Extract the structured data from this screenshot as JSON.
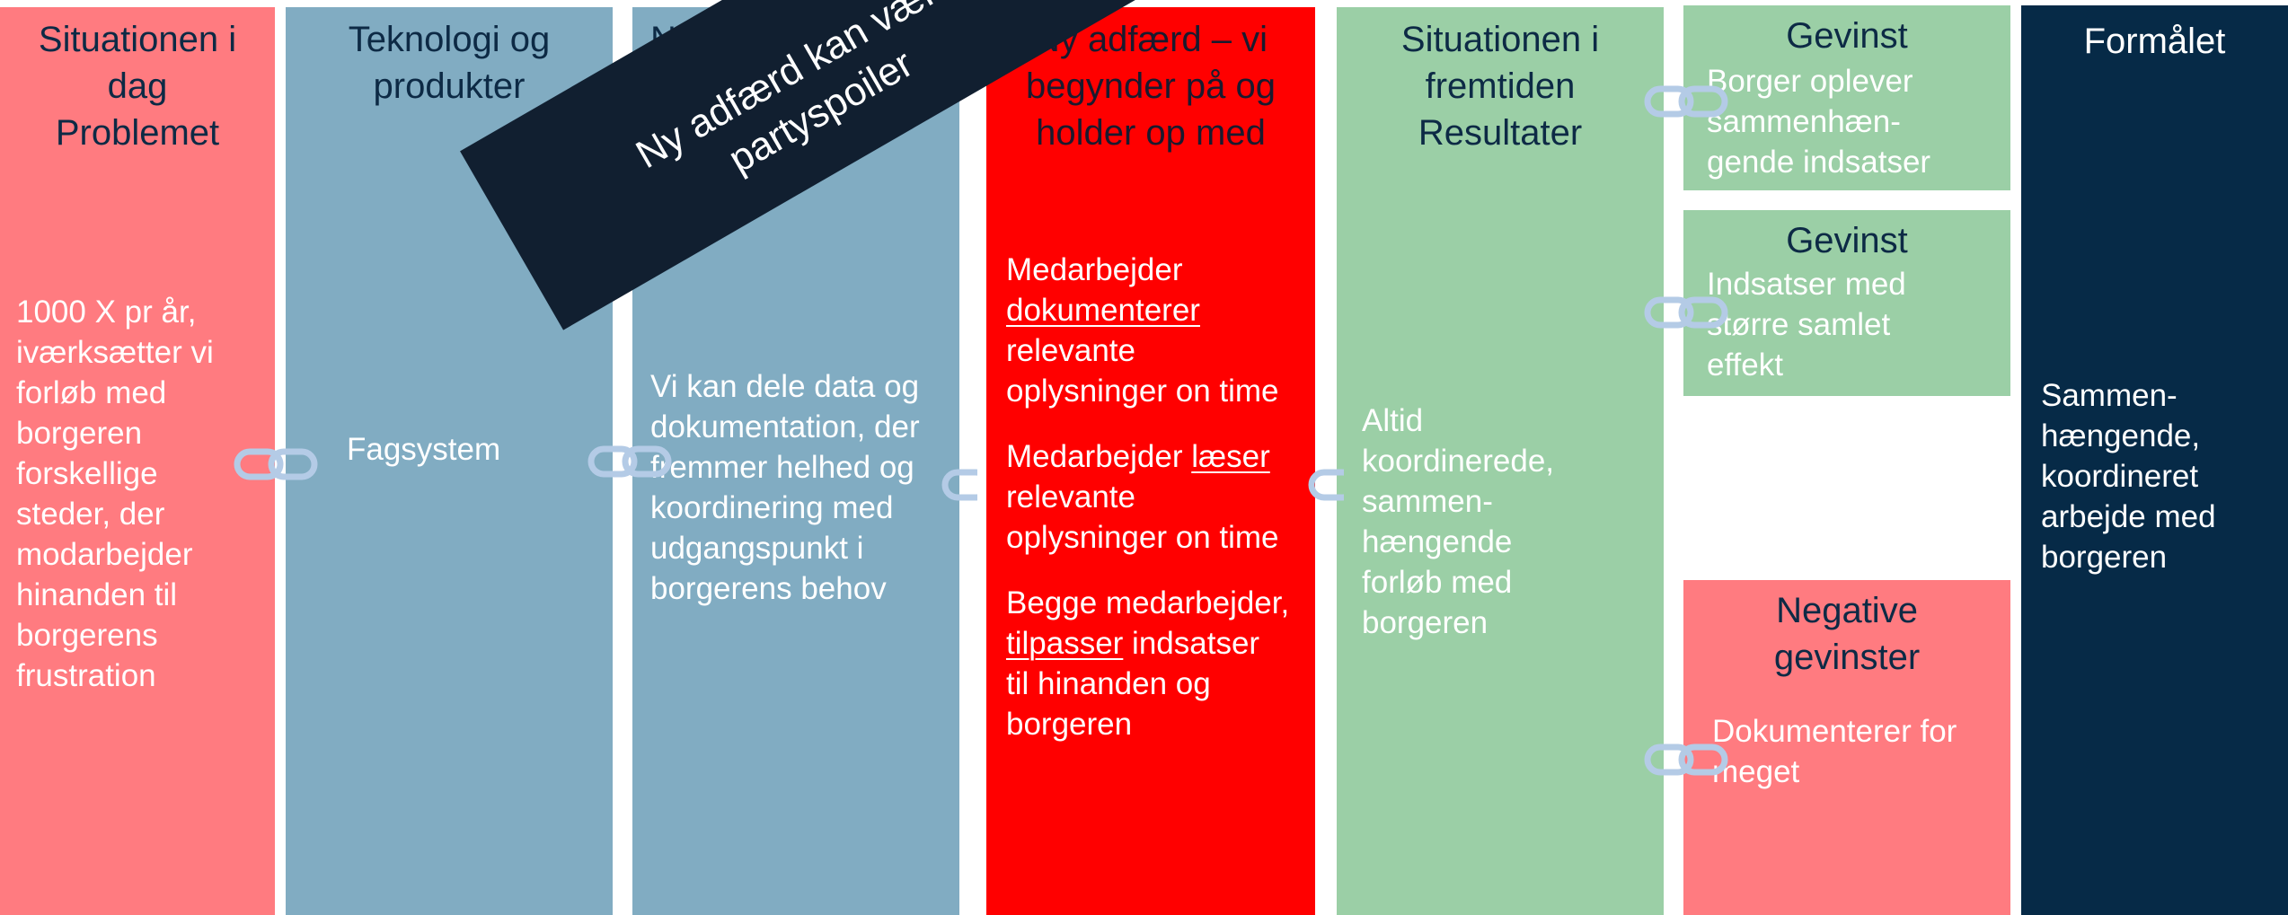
{
  "columns": {
    "problem": {
      "title_lines": [
        "Situationen i",
        "dag",
        "Problemet"
      ],
      "body_lines": [
        "1000 X pr år,",
        "iværksætter vi",
        "forløb med",
        "borgeren",
        "forskellige",
        "steder, der",
        "modarbejder",
        "hinanden til",
        "borgerens",
        "frustration"
      ]
    },
    "technology": {
      "title_lines": [
        "Teknologi og",
        "produkter"
      ],
      "body": "Fagsystem"
    },
    "new_behavior_possibility": {
      "title_visible": "Ny",
      "body_lines": [
        "Vi kan dele data og",
        "dokumentation, der",
        "fremmer helhed og",
        "koordinering med",
        "udgangspunkt i",
        "borgerens behov"
      ]
    },
    "new_behavior": {
      "title_lines": [
        "Ny adfærd – vi",
        "begynder på og",
        "holder op med"
      ],
      "item1": {
        "line1": "Medarbejder",
        "verb": "dokumenterer",
        "line3": "relevante",
        "line4": "oplysninger on time"
      },
      "item2": {
        "prefix": "Medarbejder ",
        "verb": "læser",
        "line2": "relevante",
        "line3": "oplysninger on time"
      },
      "item3": {
        "line1": "Begge medarbejder,",
        "verb": "tilpasser",
        "suffix": " indsatser",
        "line3": "til hinanden og",
        "line4": "borgeren"
      }
    },
    "future": {
      "title_lines": [
        "Situationen i",
        "fremtiden",
        "Resultater"
      ],
      "body_lines": [
        "Altid",
        "koordinerede,",
        "sammen-",
        "hængende",
        "forløb med",
        "borgeren"
      ]
    },
    "gains": [
      {
        "title": "Gevinst",
        "body_lines": [
          "Borger oplever",
          "sammenhæn-",
          "gende indsatser"
        ]
      },
      {
        "title": "Gevinst",
        "body_lines": [
          "Indsatser med",
          "større samlet",
          "effekt"
        ]
      }
    ],
    "negative_gain": {
      "title_lines": [
        "Negative",
        "gevinster"
      ],
      "body_lines": [
        "Dokumenterer for",
        "meget"
      ]
    },
    "purpose": {
      "title": "Formålet",
      "body_lines": [
        "Sammen-",
        "hængende,",
        "koordineret",
        "arbejde med",
        "borgeren"
      ]
    }
  },
  "banner": {
    "lines": [
      "Ny adfærd kan være",
      "partyspoiler"
    ]
  },
  "icons": {
    "connector": "chain-link-icon"
  },
  "colors": {
    "pink": "#ff7b80",
    "blue": "#81acc2",
    "red": "#ff0000",
    "green": "#9bcfa6",
    "navy": "#062a47",
    "banner": "#111f30",
    "title_text": "#0d2a45",
    "link": "#b4cbe6"
  }
}
